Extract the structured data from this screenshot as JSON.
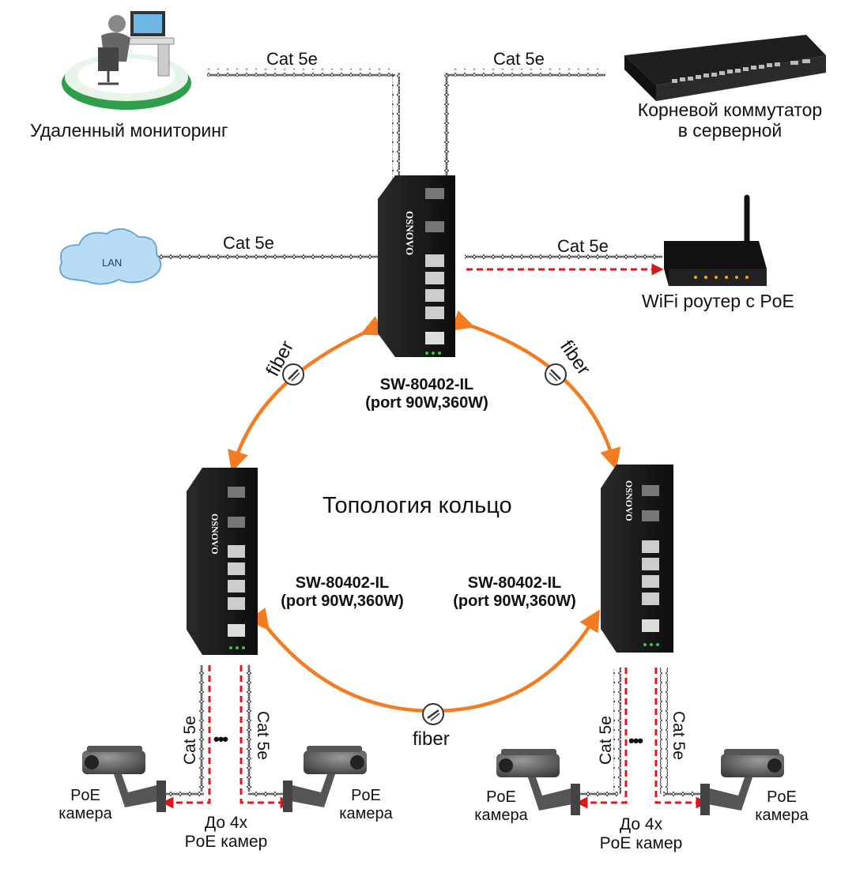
{
  "colors": {
    "ring": "#f47b20",
    "poe_arrow": "#d7191f",
    "device_body": "#151515",
    "cloud_fill": "#b9dcf5",
    "floor_green": "#2e9e4a"
  },
  "labels": {
    "cat_top_left": "Cat 5e",
    "cat_top_right": "Cat 5e",
    "cat_lan": "Cat 5e",
    "cat_wifi": "Cat 5e",
    "remote_monitoring": "Удаленный мониторинг",
    "root_switch": "Корневой коммутатор\nв серверной",
    "lan_cloud": "LAN",
    "wifi_router": "WiFi роутер с PoE",
    "fiber_left": "fiber",
    "fiber_right": "fiber",
    "fiber_bottom": "fiber",
    "top_switch": "SW-80402-IL\n(port 90W,360W)",
    "left_switch": "SW-80402-IL\n(port 90W,360W)",
    "right_switch": "SW-80402-IL\n(port 90W,360W)",
    "topology": "Топология кольцо",
    "cat_cam_l1": "Cat 5e",
    "cat_cam_l2": "Cat 5e",
    "cat_cam_r1": "Cat 5e",
    "cat_cam_r2": "Cat 5e",
    "poe_cam_1": "PoE\nкамера",
    "poe_cam_2": "PoE\nкамера",
    "poe_cam_3": "PoE\nкамера",
    "poe_cam_4": "PoE\nкамера",
    "up_to_left": "До 4х\nPoE камер",
    "up_to_right": "До 4х\nPoE камер",
    "dots_left": "•••",
    "dots_right": "•••",
    "brand": "OSNOVO"
  },
  "icons": {
    "remote_monitoring": "workstation-icon",
    "root_switch": "rack-switch-icon",
    "lan": "cloud-icon",
    "wifi_router": "router-icon",
    "camera": "cctv-camera-icon",
    "fiber": "fiber-connector-icon"
  }
}
